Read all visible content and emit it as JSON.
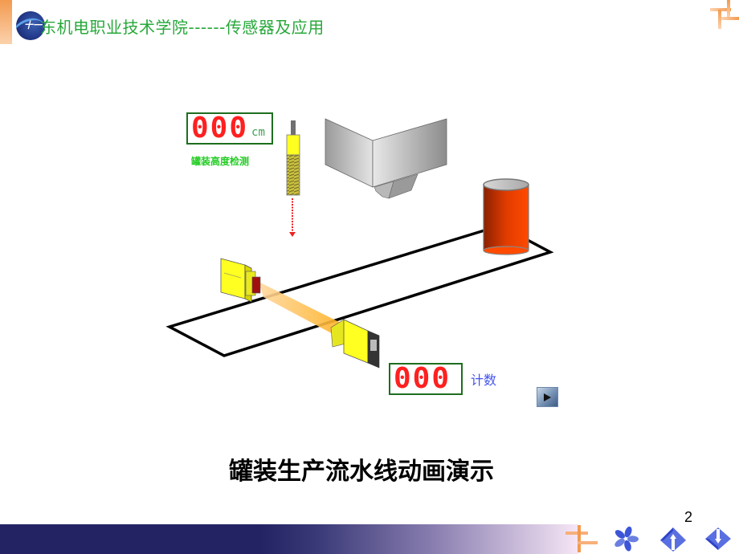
{
  "header": {
    "title": "东机电职业技术学院------传感器及应用",
    "logo_icon": "college-logo-icon",
    "corner_icon": "orange-corner-ornament-icon"
  },
  "animation": {
    "height_display": {
      "value": "000",
      "unit": "cm"
    },
    "height_label": "罐装高度检测",
    "count_display": {
      "value": "000"
    },
    "count_label": "计数",
    "play_button": "play-icon"
  },
  "colors": {
    "header_text": "#27a83a",
    "segment_red": "#ff2020",
    "segment_border": "#1e6e1e",
    "can_orange": "#ff4400",
    "footer_navy": "#232364",
    "ornament_orange": "#f39a4f",
    "nav_blue": "#3c55d8"
  },
  "caption": "罐装生产流水线动画演示",
  "footer": {
    "page_number": "2",
    "nav": [
      "pinwheel-home-icon",
      "previous-slide-icon",
      "next-slide-icon"
    ]
  }
}
